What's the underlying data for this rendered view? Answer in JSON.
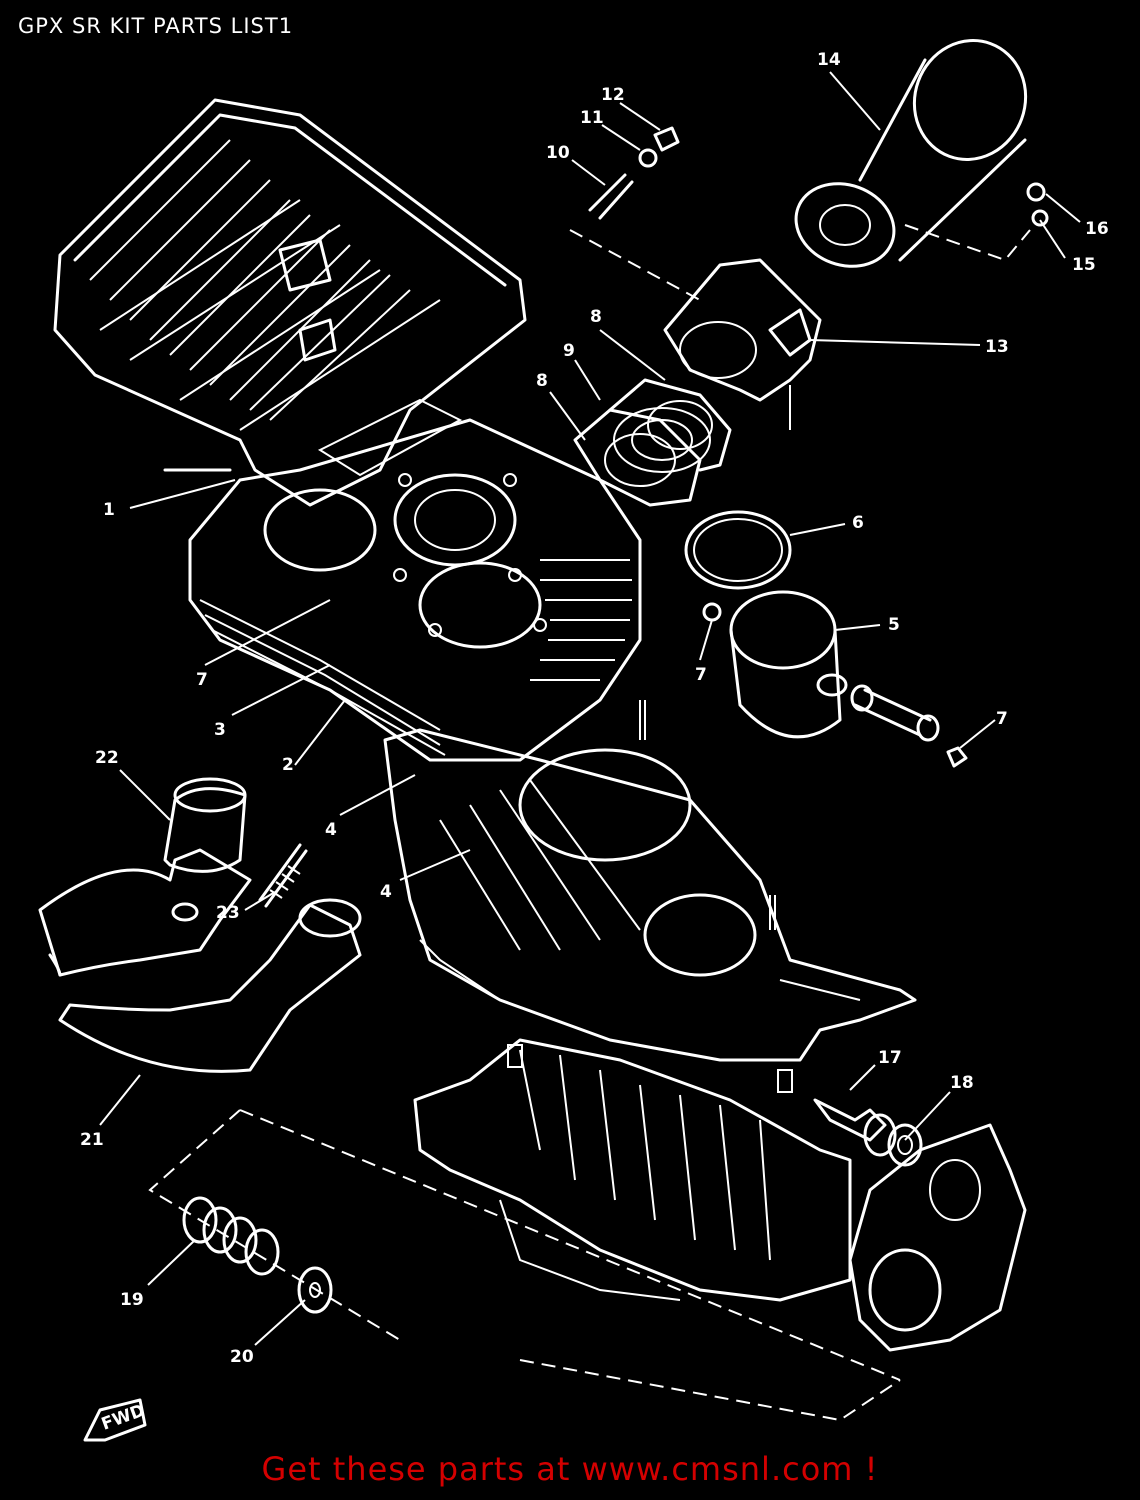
{
  "page": {
    "title": "GPX SR KIT PARTS LIST1",
    "footer": "Get these parts at www.cmsnl.com !"
  },
  "diagram": {
    "direction_marker": "FWD",
    "callouts": [
      {
        "label": "1"
      },
      {
        "label": "2"
      },
      {
        "label": "3"
      },
      {
        "label": "4"
      },
      {
        "label": "4"
      },
      {
        "label": "5"
      },
      {
        "label": "6"
      },
      {
        "label": "7"
      },
      {
        "label": "7"
      },
      {
        "label": "7"
      },
      {
        "label": "8"
      },
      {
        "label": "8"
      },
      {
        "label": "9"
      },
      {
        "label": "10"
      },
      {
        "label": "11"
      },
      {
        "label": "12"
      },
      {
        "label": "13"
      },
      {
        "label": "14"
      },
      {
        "label": "15"
      },
      {
        "label": "16"
      },
      {
        "label": "17"
      },
      {
        "label": "18"
      },
      {
        "label": "19"
      },
      {
        "label": "20"
      },
      {
        "label": "21"
      },
      {
        "label": "22"
      },
      {
        "label": "23"
      }
    ]
  },
  "colors": {
    "background": "#000000",
    "line_art": "#ffffff",
    "footer_text": "#d40000"
  }
}
